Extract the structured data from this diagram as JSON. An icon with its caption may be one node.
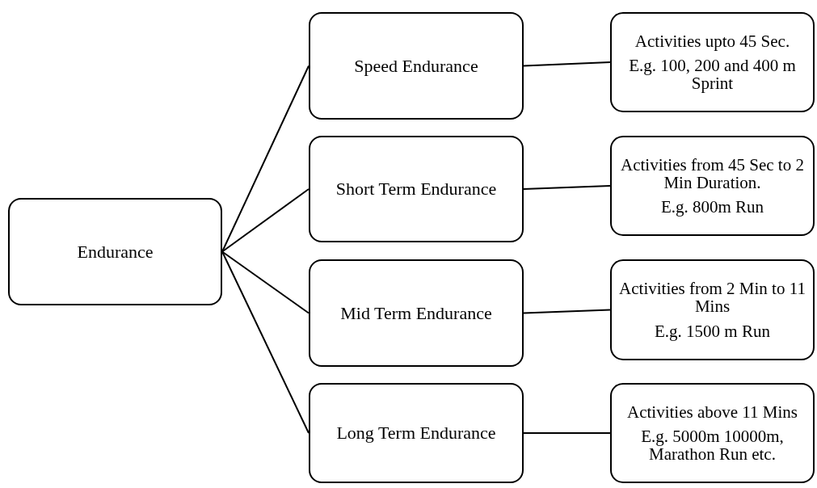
{
  "diagram": {
    "nodes": [
      {
        "text": [
          "Endurance"
        ]
      },
      {
        "text": [
          "Speed Endurance"
        ]
      },
      {
        "text": [
          "Short Term Endurance"
        ]
      },
      {
        "text": [
          "Mid Term Endurance"
        ]
      },
      {
        "text": [
          "Long Term Endurance"
        ]
      },
      {
        "text": [
          "Activities upto 45 Sec.",
          "E.g. 100, 200 and 400 m Sprint"
        ]
      },
      {
        "text": [
          "Activities from 45 Sec to 2 Min Duration.",
          "E.g. 800m Run"
        ]
      },
      {
        "text": [
          "Activities from 2 Min to 11 Mins",
          "E.g. 1500 m Run"
        ]
      },
      {
        "text": [
          "Activities above 11 Mins",
          "E.g. 5000m 10000m, Marathon Run etc."
        ]
      }
    ],
    "edges": [
      {
        "from": 0,
        "to": 1,
        "arrow": "none"
      },
      {
        "from": 0,
        "to": 2,
        "arrow": "none"
      },
      {
        "from": 0,
        "to": 3,
        "arrow": "none"
      },
      {
        "from": 0,
        "to": 4,
        "arrow": "none"
      },
      {
        "from": 1,
        "to": 5,
        "arrow": "none"
      },
      {
        "from": 2,
        "to": 6,
        "arrow": "none"
      },
      {
        "from": 3,
        "to": 7,
        "arrow": "none"
      },
      {
        "from": 4,
        "to": 8,
        "arrow": "none"
      }
    ]
  }
}
